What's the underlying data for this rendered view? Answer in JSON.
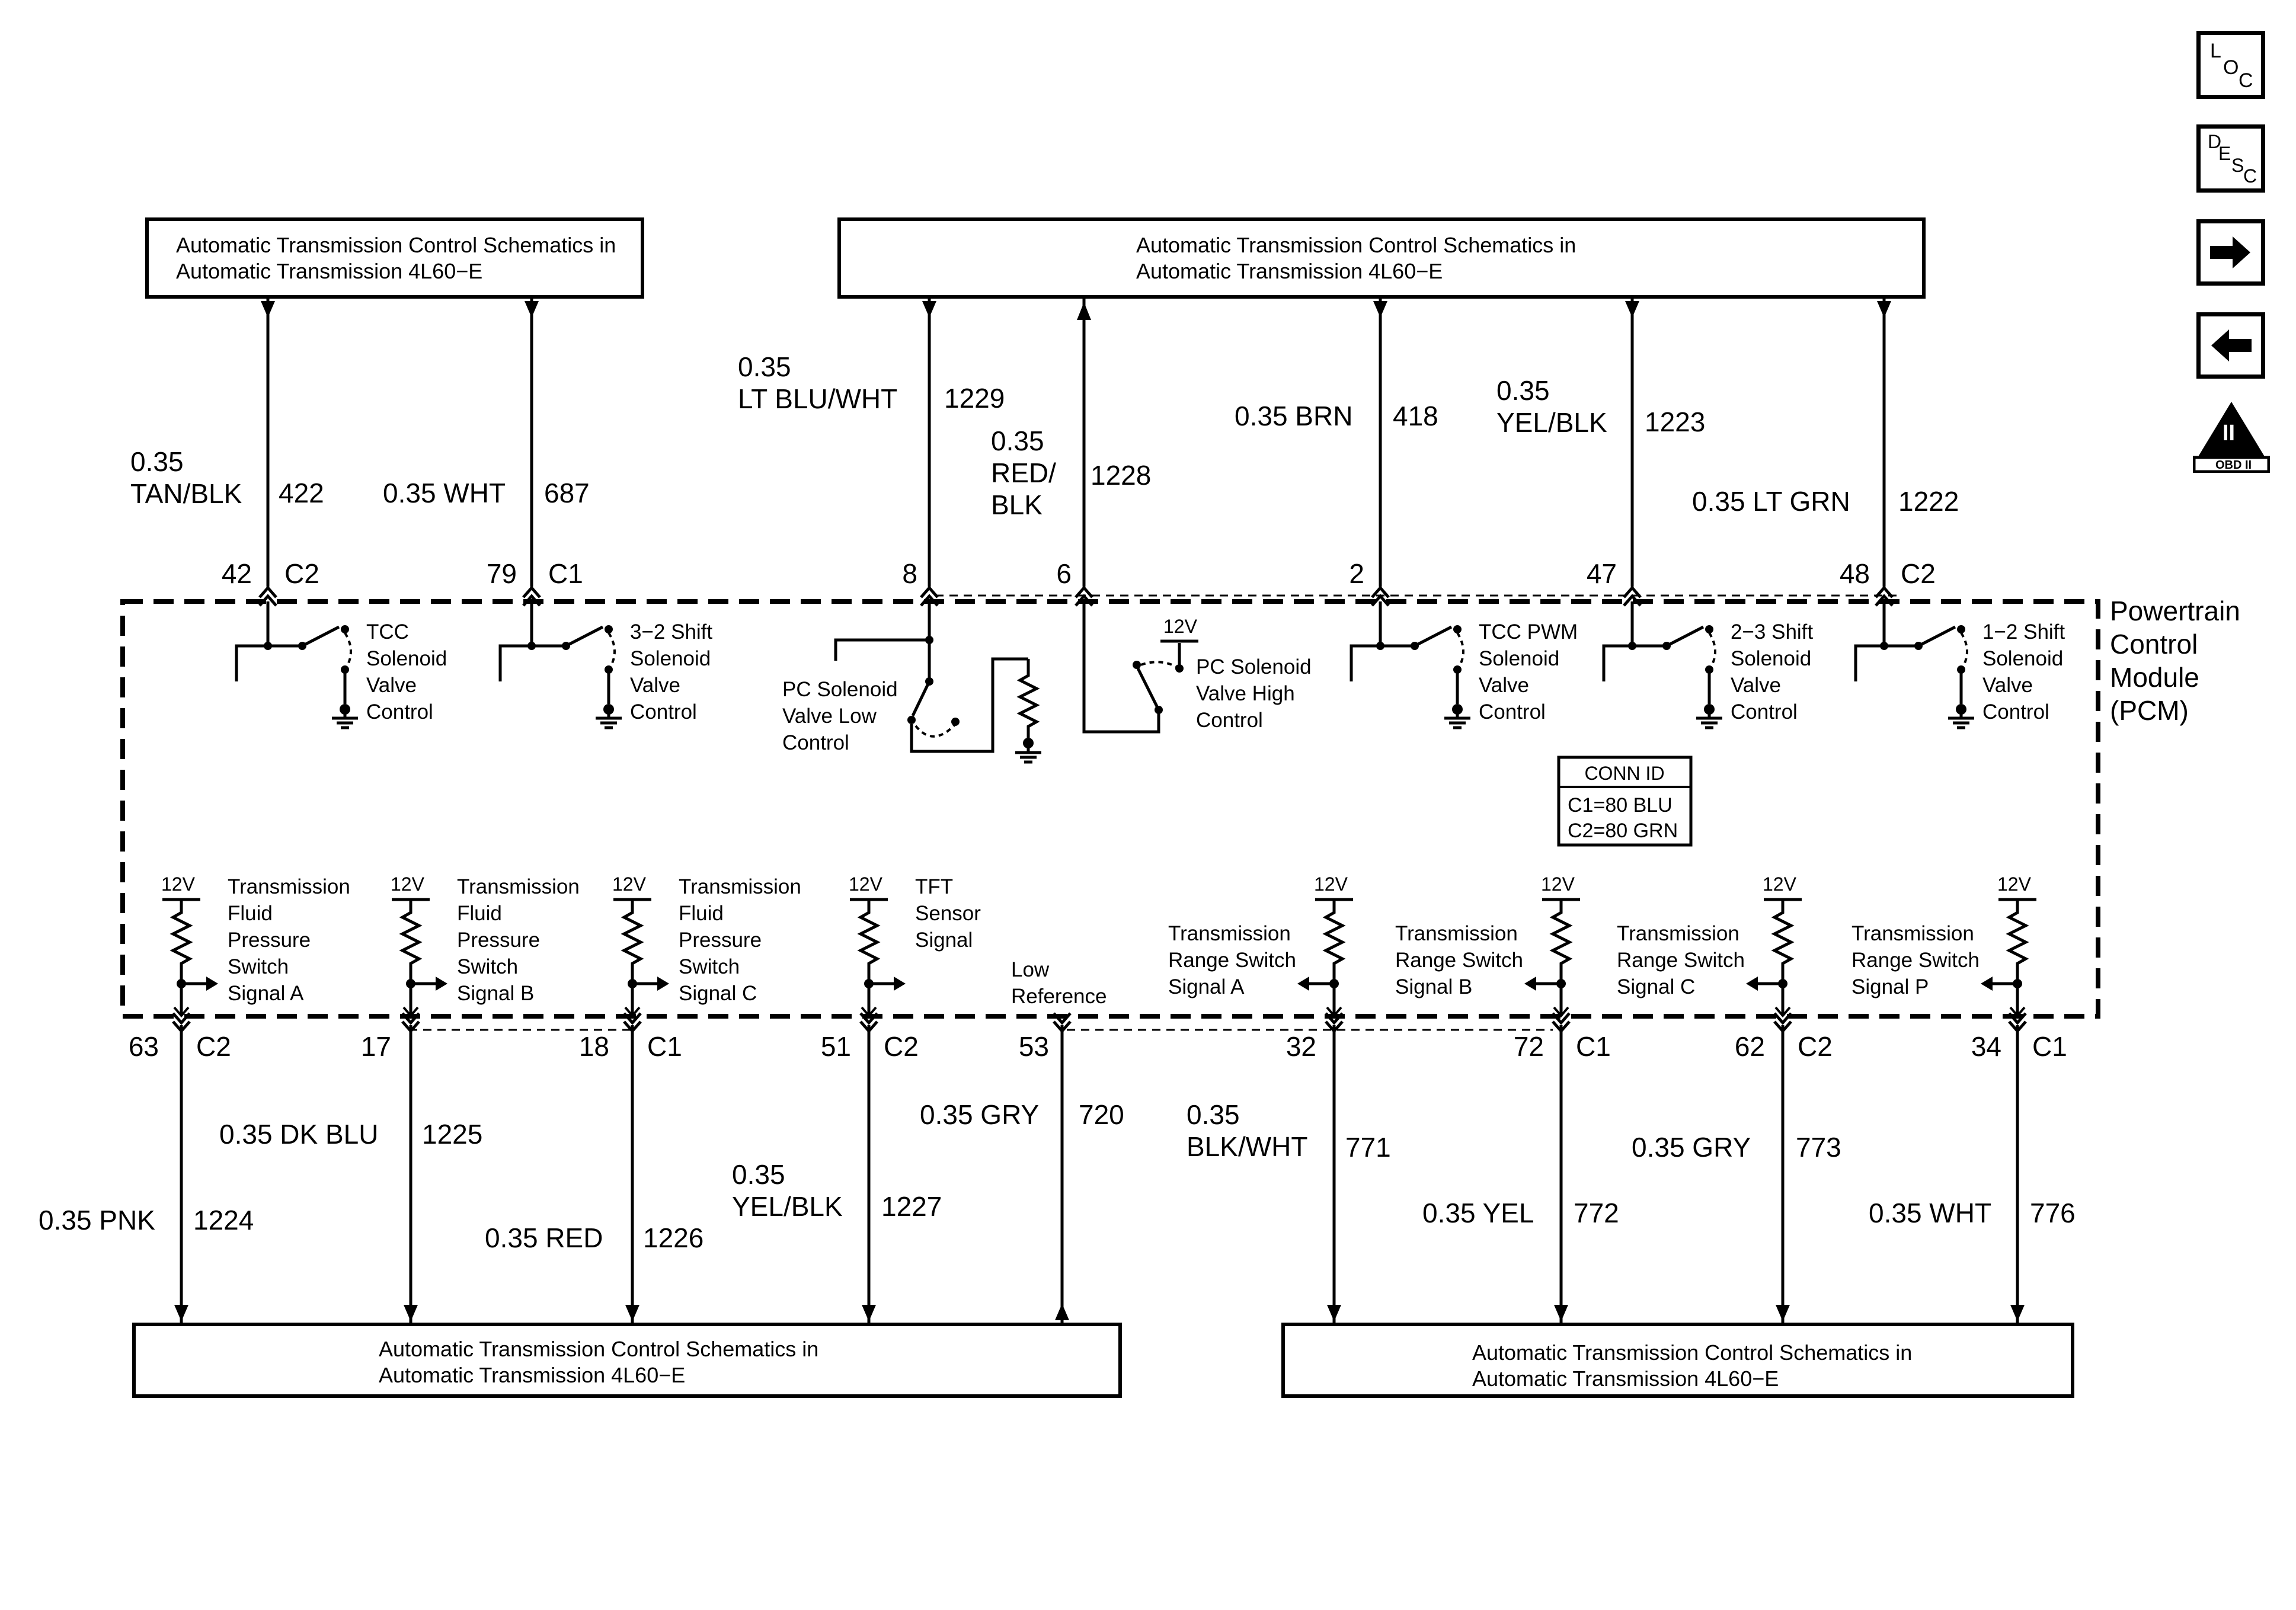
{
  "reference_text": "Automatic Transmission Control Schematics in",
  "reference_text_2": "Automatic Transmission 4L60−E",
  "pcm_label": [
    "Powertrain",
    "Control",
    "Module",
    "(PCM)"
  ],
  "conn_id": {
    "title": "CONN ID",
    "lines": [
      "C1=80 BLU",
      "C2=80 GRN"
    ]
  },
  "side_icons": {
    "loc": [
      "L",
      "O",
      "C"
    ],
    "desc": [
      "D",
      "E",
      "S",
      "C"
    ],
    "obd": {
      "numeral": "II",
      "label": "OBD II"
    },
    "forward_icon": "right-arrow",
    "back_icon": "left-arrow"
  },
  "top_circuits": [
    {
      "pin": "42",
      "conn": "C2",
      "wire": [
        "0.35",
        "TAN/BLK"
      ],
      "circuit": "422",
      "dir": "in",
      "component": [
        "TCC",
        "Solenoid",
        "Valve",
        "Control"
      ]
    },
    {
      "pin": "79",
      "conn": "C1",
      "wire": [
        "0.35 WHT"
      ],
      "circuit": "687",
      "dir": "in",
      "component": [
        "3−2 Shift",
        "Solenoid",
        "Valve",
        "Control"
      ]
    },
    {
      "pin": "8",
      "conn": "",
      "wire": [
        "0.35",
        "LT BLU/WHT"
      ],
      "circuit": "1229",
      "dir": "in",
      "component": [
        "PC Solenoid",
        "Valve Low",
        "Control"
      ]
    },
    {
      "pin": "6",
      "conn": "",
      "wire": [
        "0.35",
        "RED/",
        "BLK"
      ],
      "circuit": "1228",
      "dir": "out",
      "component": [
        "PC Solenoid",
        "Valve High",
        "Control"
      ]
    },
    {
      "pin": "2",
      "conn": "",
      "wire": [
        "0.35 BRN"
      ],
      "circuit": "418",
      "dir": "in",
      "component": [
        "TCC PWM",
        "Solenoid",
        "Valve",
        "Control"
      ]
    },
    {
      "pin": "47",
      "conn": "",
      "wire": [
        "0.35",
        "YEL/BLK"
      ],
      "circuit": "1223",
      "dir": "in",
      "component": [
        "2−3 Shift",
        "Solenoid",
        "Valve",
        "Control"
      ]
    },
    {
      "pin": "48",
      "conn": "C2",
      "wire": [
        "0.35 LT GRN"
      ],
      "circuit": "1222",
      "dir": "in",
      "component": [
        "1−2 Shift",
        "Solenoid",
        "Valve",
        "Control"
      ]
    }
  ],
  "bottom_circuits": [
    {
      "pin": "63",
      "conn": "C2",
      "wire": [
        "0.35 PNK"
      ],
      "circuit": "1224",
      "component": [
        "Transmission",
        "Fluid",
        "Pressure",
        "Switch",
        "Signal A"
      ]
    },
    {
      "pin": "17",
      "conn": "",
      "wire": [
        "0.35 DK BLU"
      ],
      "circuit": "1225",
      "component": [
        "Transmission",
        "Fluid",
        "Pressure",
        "Switch",
        "Signal B"
      ]
    },
    {
      "pin": "18",
      "conn": "C1",
      "wire": [
        "0.35 RED"
      ],
      "circuit": "1226",
      "component": [
        "Transmission",
        "Fluid",
        "Pressure",
        "Switch",
        "Signal C"
      ]
    },
    {
      "pin": "51",
      "conn": "C2",
      "wire": [
        "0.35",
        "YEL/BLK"
      ],
      "circuit": "1227",
      "component": [
        "TFT",
        "Sensor",
        "Signal"
      ]
    },
    {
      "pin": "53",
      "conn": "",
      "wire": [
        "0.35 GRY"
      ],
      "circuit": "720",
      "component": [
        "Low",
        "Reference"
      ]
    },
    {
      "pin": "32",
      "conn": "",
      "wire": [
        "0.35",
        "BLK/WHT"
      ],
      "circuit": "771",
      "component": [
        "Transmission",
        "Range Switch",
        "Signal A"
      ]
    },
    {
      "pin": "72",
      "conn": "C1",
      "wire": [
        "0.35 YEL"
      ],
      "circuit": "772",
      "component": [
        "Transmission",
        "Range Switch",
        "Signal B"
      ]
    },
    {
      "pin": "62",
      "conn": "C2",
      "wire": [
        "0.35 GRY"
      ],
      "circuit": "773",
      "component": [
        "Transmission",
        "Range Switch",
        "Signal C"
      ]
    },
    {
      "pin": "34",
      "conn": "C1",
      "wire": [
        "0.35 WHT"
      ],
      "circuit": "776",
      "component": [
        "Transmission",
        "Range Switch",
        "Signal P"
      ]
    }
  ],
  "supply_label": "12V"
}
